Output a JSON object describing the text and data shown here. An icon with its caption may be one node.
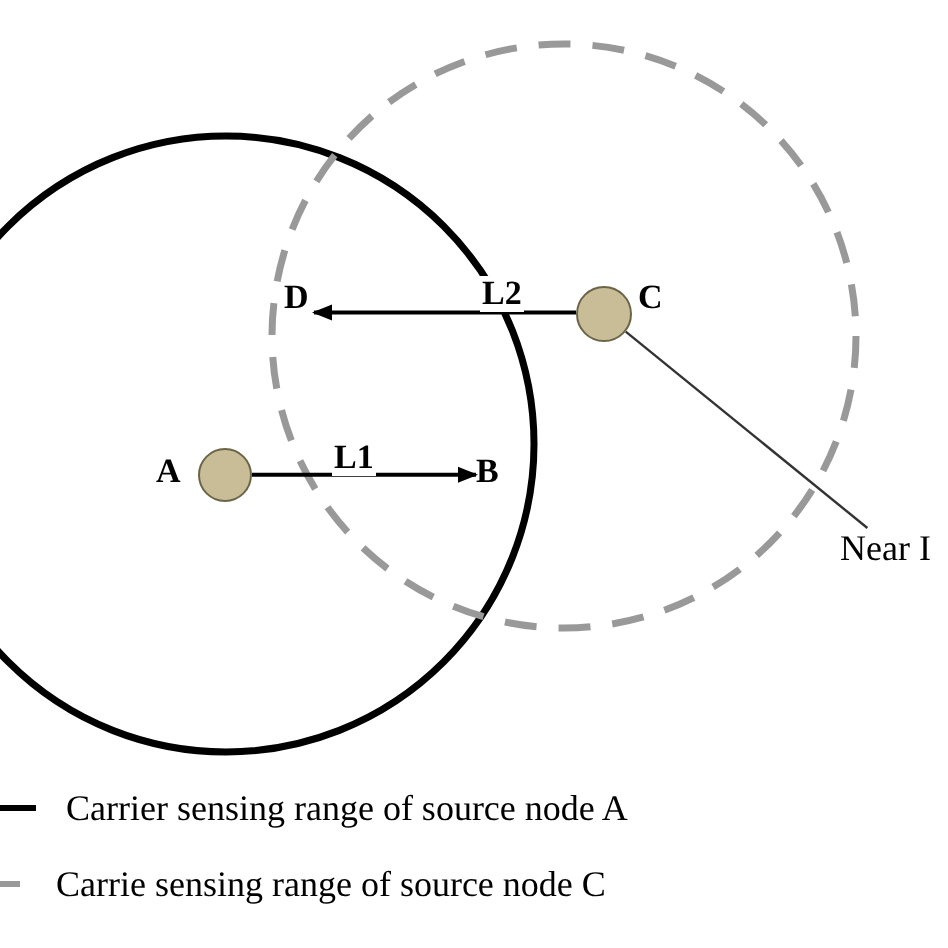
{
  "diagram": {
    "nodes": [
      {
        "text": [],
        "shape": "circle",
        "beside": [
          "A"
        ]
      },
      {
        "text": [
          "B"
        ]
      },
      {
        "text": [],
        "shape": "circle",
        "beside": [
          "C"
        ]
      },
      {
        "text": [
          "D"
        ]
      },
      {
        "text": [
          "Near I"
        ]
      }
    ],
    "edges": [
      {
        "from": 0,
        "to": 1,
        "arrow": "to",
        "label": "L1"
      },
      {
        "from": 2,
        "to": 3,
        "arrow": "to",
        "label": "L2"
      },
      {
        "from": 4,
        "to": 2,
        "arrow": "none"
      }
    ],
    "legend": [
      {
        "text": "Carrier sensing range of source node A"
      },
      {
        "text": "Carrie sensing range of source node C"
      }
    ]
  }
}
